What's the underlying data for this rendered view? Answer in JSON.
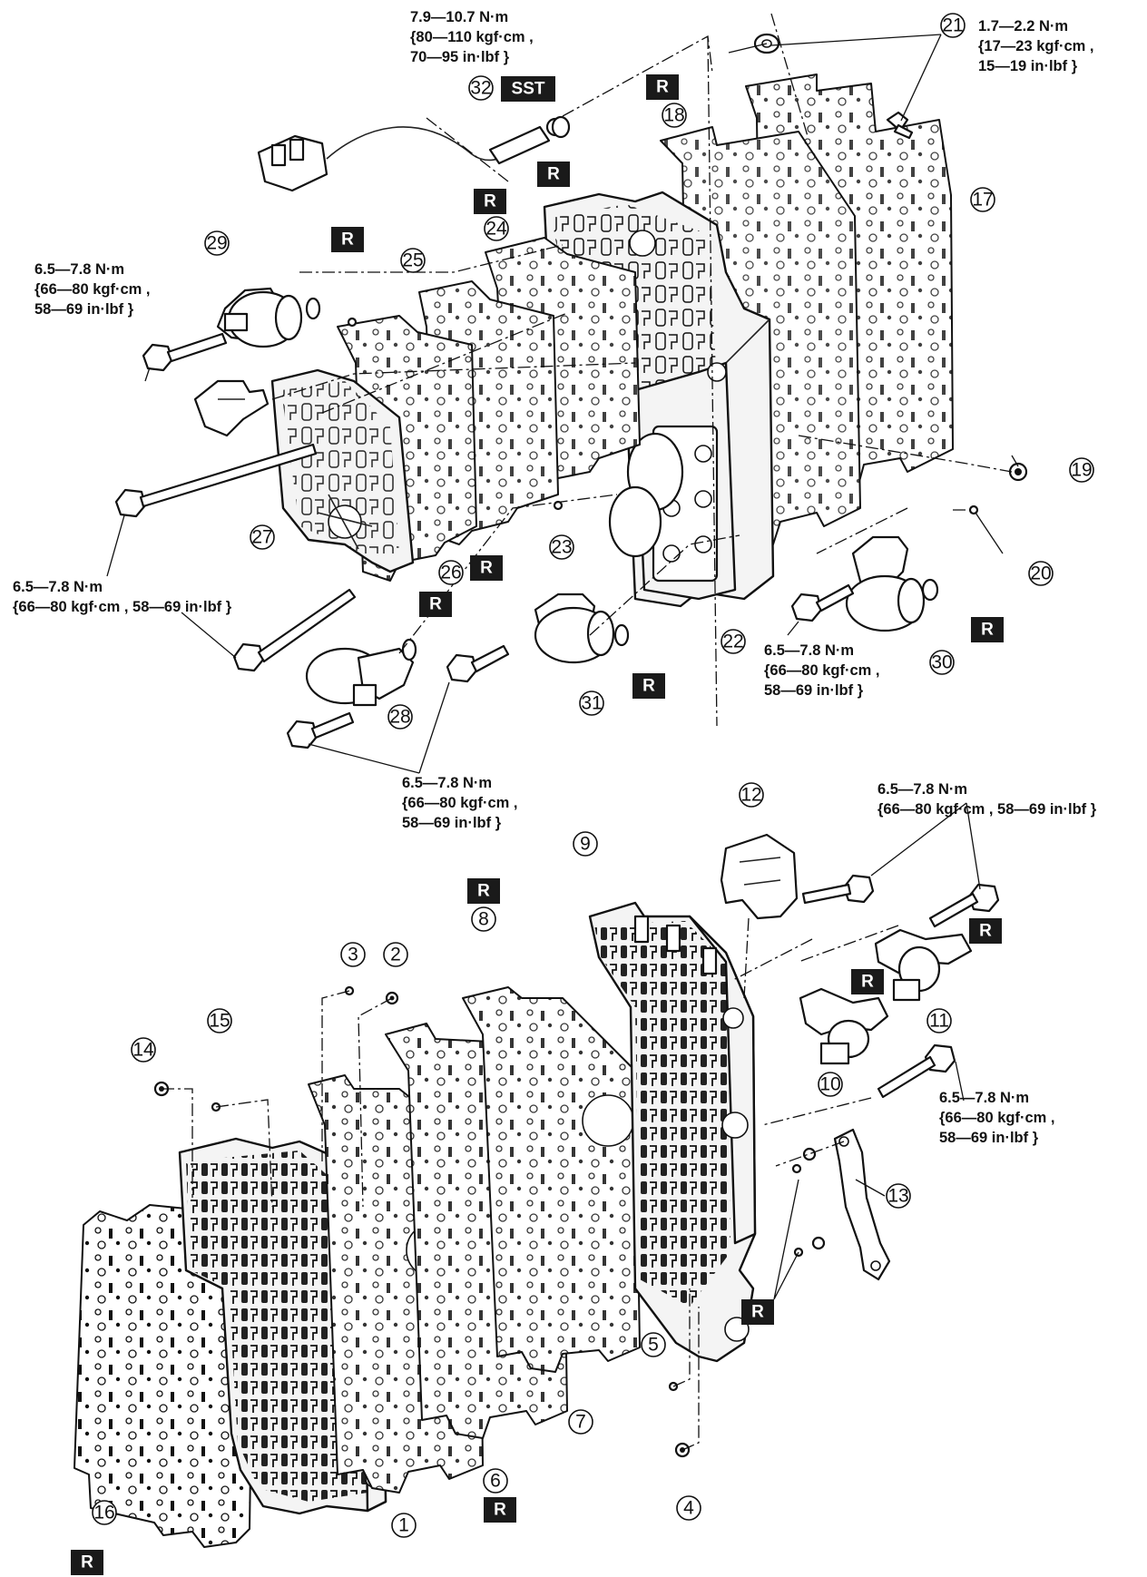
{
  "badges": {
    "r": "R",
    "sst": "SST"
  },
  "callouts": [
    "1",
    "2",
    "3",
    "4",
    "5",
    "6",
    "7",
    "8",
    "9",
    "10",
    "11",
    "12",
    "13",
    "14",
    "15",
    "16",
    "17",
    "18",
    "19",
    "20",
    "21",
    "22",
    "23",
    "24",
    "25",
    "26",
    "27",
    "28",
    "29",
    "30",
    "31",
    "32"
  ],
  "torque_specs": {
    "t_7_9": [
      "7.9—10.7 N·m",
      "{80—110 kgf·cm ,",
      "70—95 in·lbf }"
    ],
    "t_1_7": [
      "1.7—2.2 N·m",
      "{17—23 kgf·cm ,",
      "15—19 in·lbf }"
    ],
    "t_left_upper": [
      "6.5—7.8 N·m",
      "{66—80 kgf·cm ,",
      "58—69 in·lbf }"
    ],
    "t_left_long": [
      "6.5—7.8 N·m",
      "{66—80 kgf·cm , 58—69 in·lbf }"
    ],
    "t_right_mid": [
      "6.5—7.8 N·m",
      "{66—80 kgf·cm ,",
      "58—69 in·lbf }"
    ],
    "t_center_mid": [
      "6.5—7.8 N·m",
      "{66—80 kgf·cm ,",
      "58—69 in·lbf }"
    ],
    "t_lower_right_top": [
      "6.5—7.8 N·m",
      "{66—80 kgf·cm , 58—69 in·lbf }"
    ],
    "t_lower_right_mid": [
      "6.5—7.8 N·m",
      "{66—80 kgf·cm ,",
      "58—69 in·lbf }"
    ]
  }
}
